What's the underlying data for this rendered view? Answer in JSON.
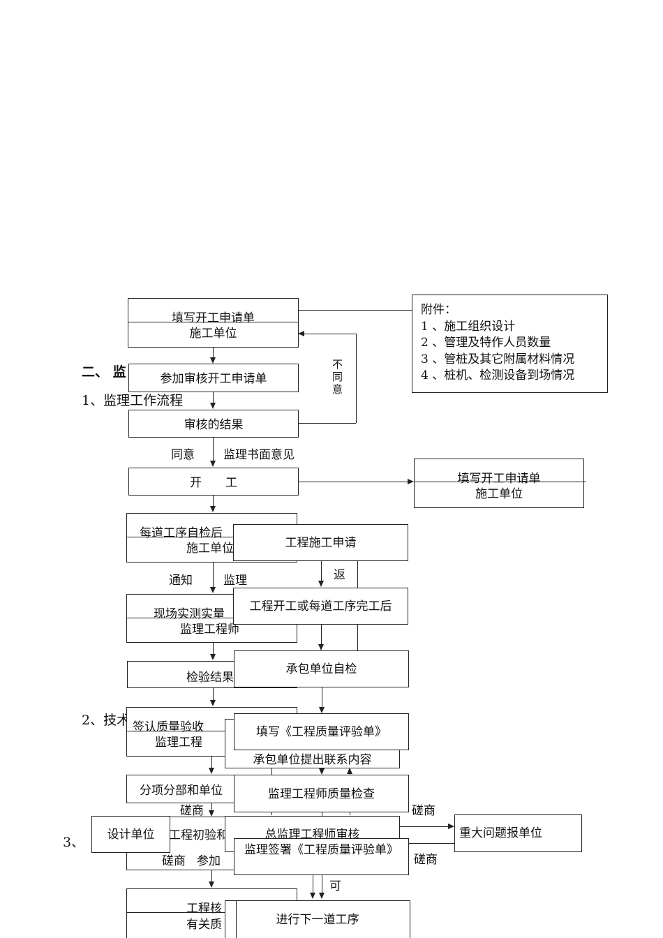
{
  "headings": {
    "h2": "二、 监",
    "s1": "1、监理工作流程",
    "s2": "2、技术",
    "s3": "3、"
  },
  "flow1": {
    "apply": [
      "填写开工申请单",
      "施工单位"
    ],
    "review": "参加审核开工申请单",
    "result": "审核的结果",
    "disagree": "不同意",
    "agree": "同意",
    "written": "监理书面意见",
    "start": "开　　工",
    "apply2": [
      "填写开工申请单",
      "施工单位"
    ],
    "selfcheck": [
      "每道工序自检后",
      "施工单位"
    ],
    "notify": "通知",
    "supervise": "监理",
    "measure": [
      "现场实测实量",
      "监理工程师"
    ],
    "inspect": "检验结果",
    "sign": [
      "签认质量验收",
      "监理工程"
    ],
    "subitem": "分项分部和单位",
    "consult": "磋商",
    "prelim": [
      "工程初验和",
      "参加"
    ],
    "design": "设计单位",
    "final": [
      "工程核",
      "有关质"
    ]
  },
  "attachment": {
    "title": "附件：",
    "items": [
      "1 、施工组织设计",
      "2 、管理及特作人员数量",
      "3 、管桩及其它附属材料情况",
      "4 、桩机、检测设备到场情况"
    ]
  },
  "flow2": {
    "apply": "工程施工申请",
    "ret": "返",
    "after": "工程开工或每道工序完工后",
    "self": "承包单位自检",
    "contact": "承包单位提出联系内容",
    "fill": "填写《工程质量评验单》",
    "check": "监理工程师质量检查",
    "chief": "总监理工程师审核",
    "signs": "监理签署《工程质量评验单》",
    "ok": "可",
    "next": "进行下一道工序",
    "major": "重大问题报单位",
    "consult1": "磋商",
    "consult2": "磋商"
  }
}
